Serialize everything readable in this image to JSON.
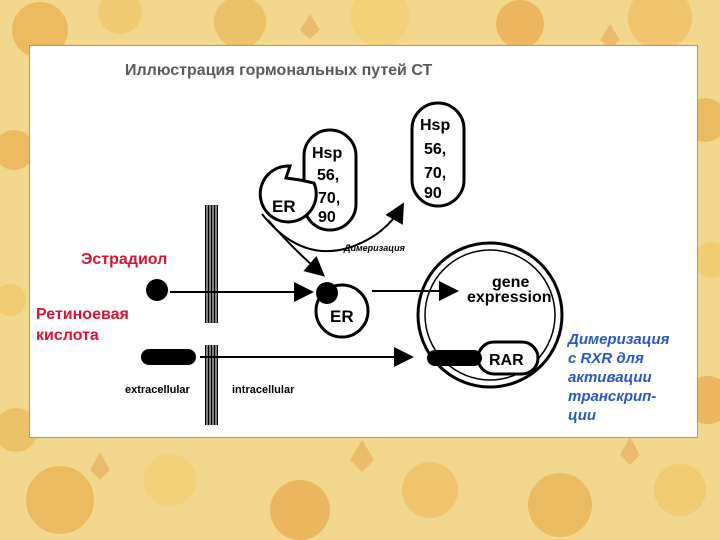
{
  "title": "Иллюстрация гормональных путей СТ",
  "labels": {
    "estradiol": "Эстрадиол",
    "retinoic_acid_line1": "Ретиноевая",
    "retinoic_acid_line2": "кислота",
    "dimerization_note": "Димеризация",
    "rxr_note": "Димеризация\nс RXR для\nактивации\nтранскрип-\nции"
  },
  "diagram": {
    "hsp_complex": {
      "hsp": "Hsp",
      "n56": "56,",
      "n70": "70,",
      "n90": "90",
      "er": "ER"
    },
    "hsp_free": {
      "hsp": "Hsp",
      "n56": "56,",
      "n70": "70,",
      "n90": "90"
    },
    "er_bound": "ER",
    "rar": "RAR",
    "gene_line1": "gene",
    "gene_line2": "expression",
    "extracellular": "extracellular",
    "intracellular": "intracellular"
  },
  "colors": {
    "red_text": "#e0102f",
    "blue_text": "#2a57c8",
    "background": "#f2d88c"
  }
}
